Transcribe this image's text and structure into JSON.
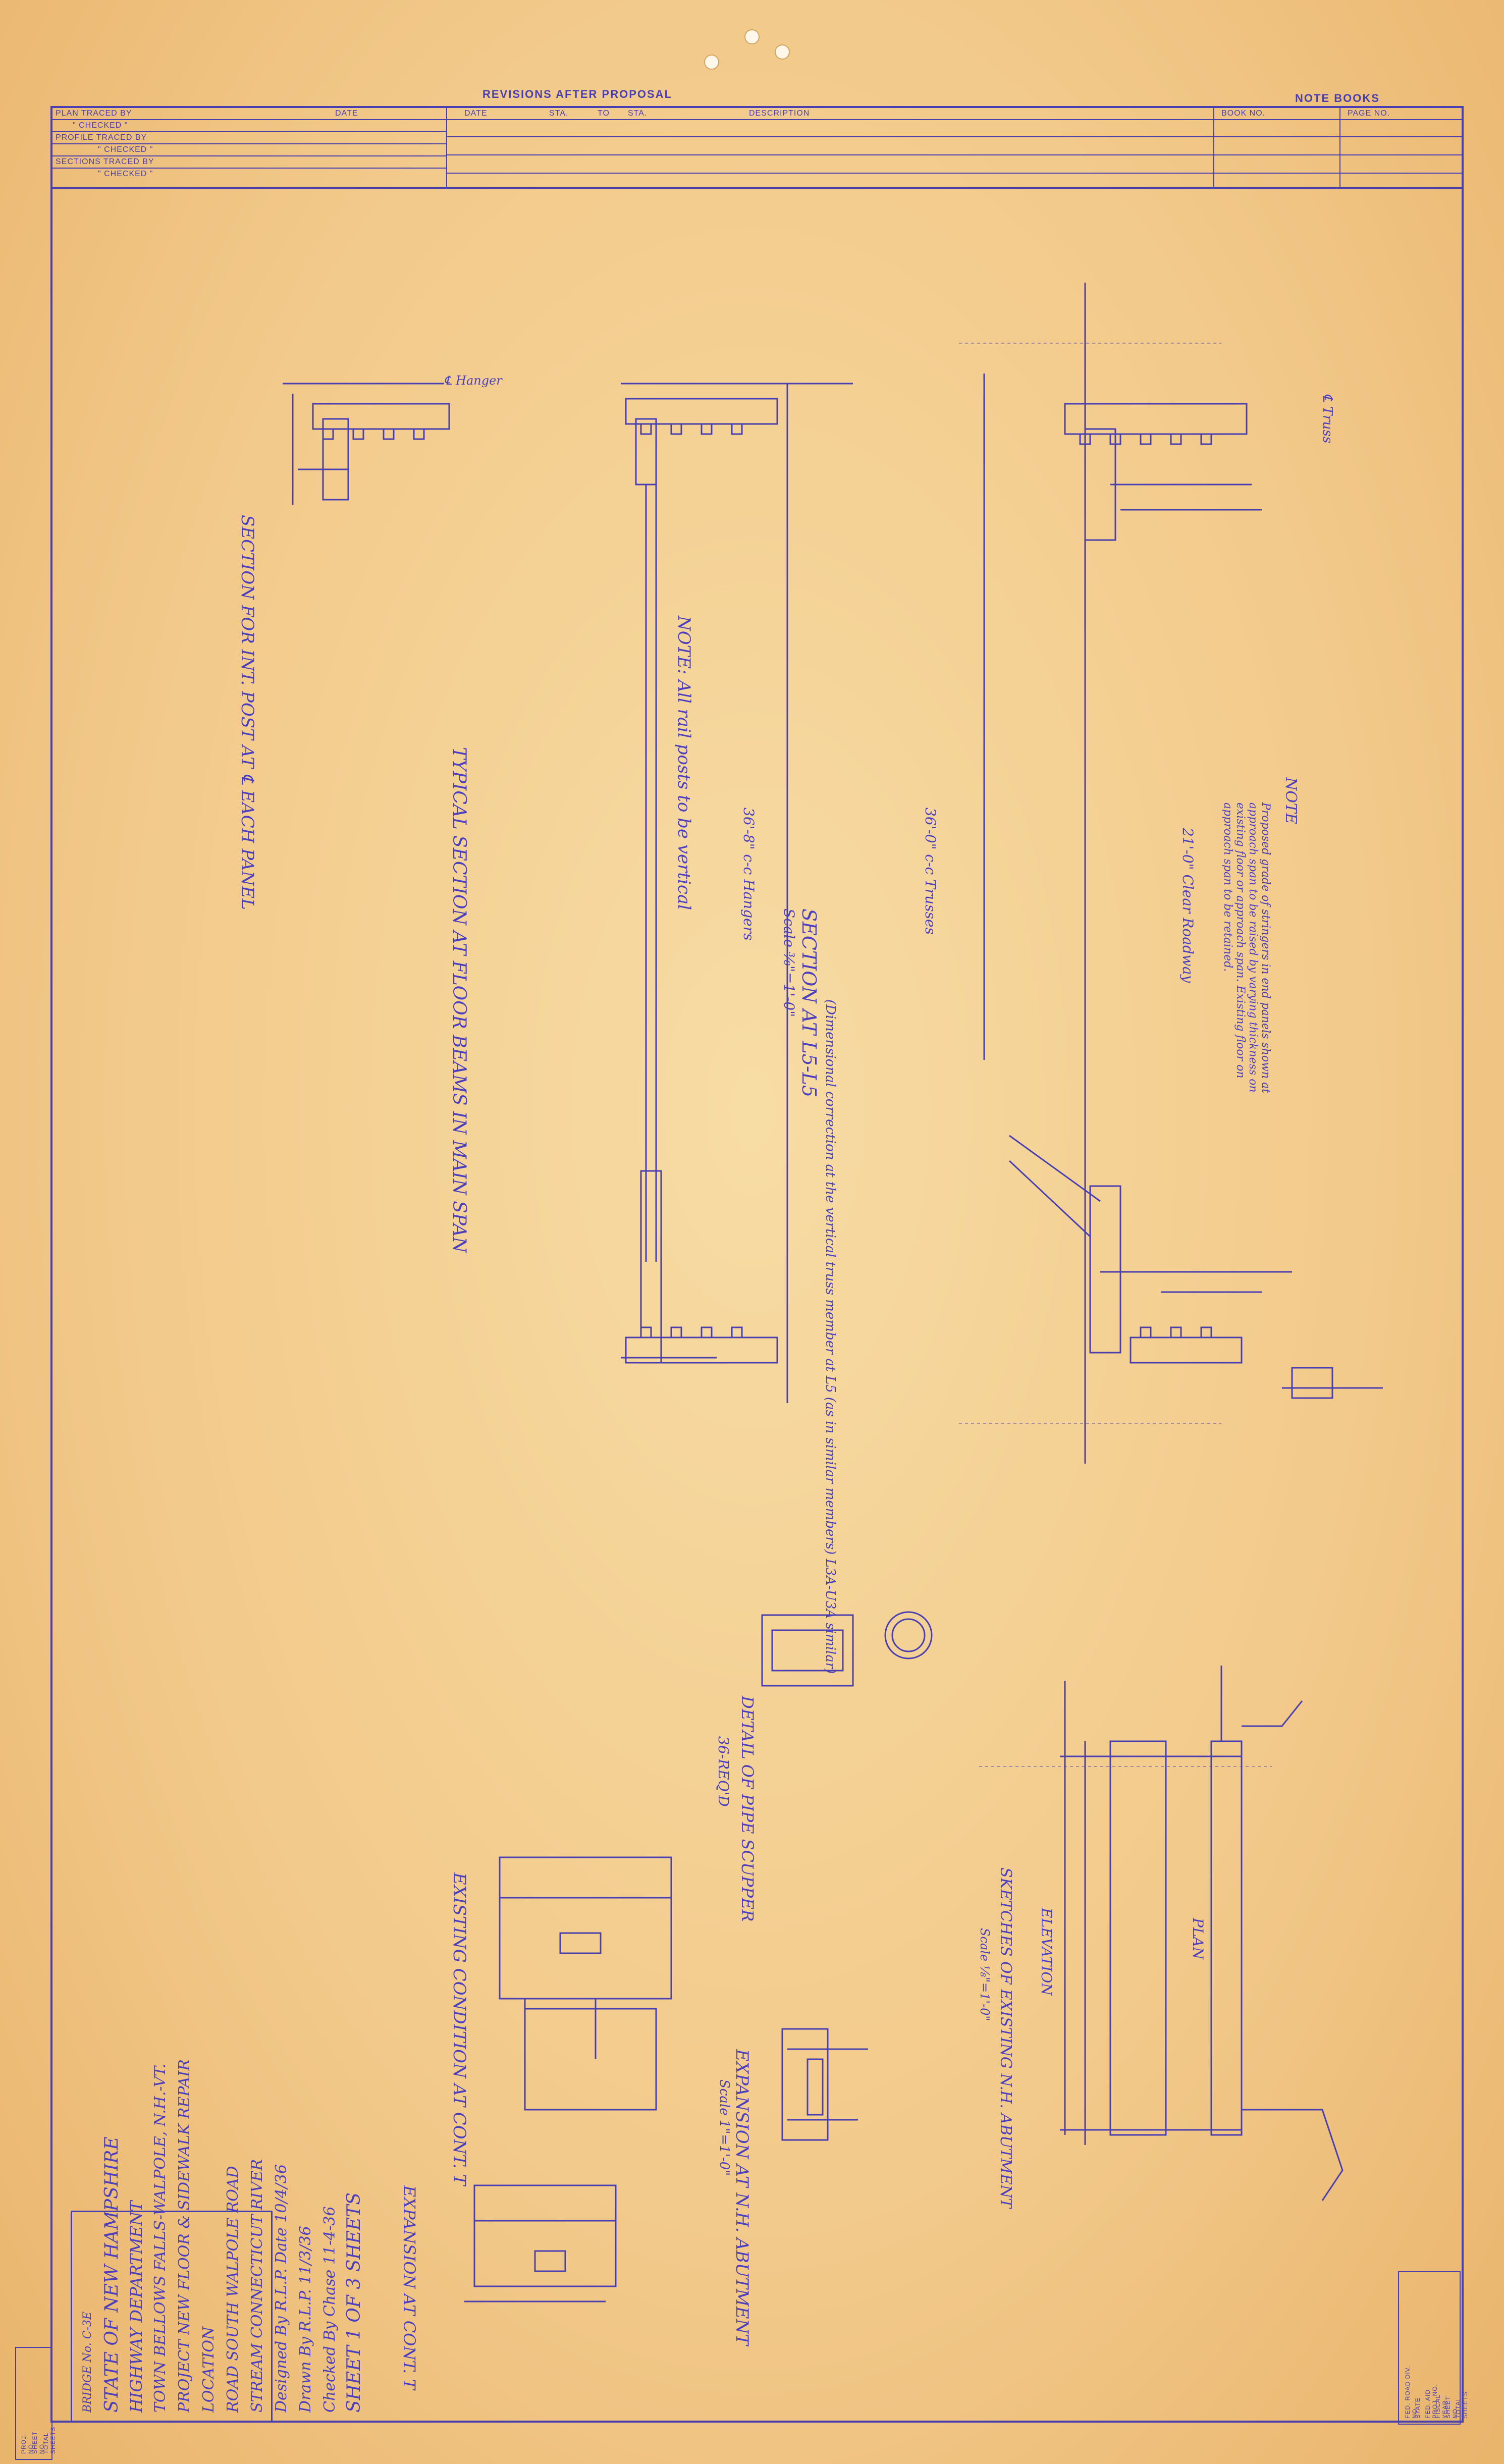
{
  "header": {
    "revisions_title": "REVISIONS AFTER PROPOSAL",
    "notebooks_title": "NOTE BOOKS",
    "left_rows": [
      "PLAN TRACED BY",
      "\" CHECKED \"",
      "PROFILE TRACED BY",
      "\" CHECKED \"",
      "SECTIONS TRACED BY",
      "\" CHECKED \""
    ],
    "date_label": "DATE",
    "rev_cols": [
      "DATE",
      "STA.",
      "TO",
      "STA.",
      "DESCRIPTION"
    ],
    "nb_cols": [
      "BOOK NO.",
      "PAGE NO."
    ]
  },
  "sections": {
    "section_post": "SECTION FOR INT. POST AT ℄ EACH PANEL",
    "typical_section": "TYPICAL SECTION AT FLOOR BEAMS IN MAIN SPAN",
    "note_posts": "NOTE: All rail posts to be vertical",
    "section_ls": "SECTION AT L5-L5",
    "section_scale": "Scale ⅜\"=1'-0\"",
    "section_note": "(Dimensional correction at the vertical truss member at L5 (as in similar members) L3A-U3A similar)",
    "detail_scupper": "DETAIL OF PIPE SCUPPER",
    "detail_scupper_sub": "36-REQ'D",
    "existing_condition": "EXISTING CONDITION AT CONT. T",
    "expansion_cont": "EXPANSION AT CONT. T",
    "sketches_abut": "SKETCHES OF EXISTING N.H. ABUTMENT",
    "sketches_scale": "Scale ⅛\"=1'-0\"",
    "expansion_nh": "EXPANSION AT N.H. ABUTMENT",
    "expansion_nh_scale": "Scale 1\"=1'-0\"",
    "elevation": "ELEVATION",
    "plan": "PLAN",
    "note_title": "NOTE",
    "note_body": "Proposed grade of stringers in end panels shown at approach span to be raised by varying thickness on existing floor or approach span. Existing floor on approach span to be retained.",
    "clear_roadway": "21'-0\" Clear Roadway",
    "ctr_trusses": "36'-0\" c-c Trusses",
    "ctr_hangers": "36'-8\" c-c Hangers",
    "ctr_truss_label": "℄ Truss",
    "hanger_label": "℄ Hanger"
  },
  "titleblock": {
    "bridge_no": "BRIDGE No. C-3E",
    "state": "STATE OF NEW HAMPSHIRE",
    "dept": "HIGHWAY DEPARTMENT",
    "town": "TOWN BELLOWS FALLS-WALPOLE, N.H.-VT.",
    "project": "PROJECT NEW FLOOR & SIDEWALK REPAIR",
    "location": "LOCATION",
    "road": "ROAD SOUTH WALPOLE ROAD",
    "stream": "STREAM CONNECTICUT RIVER",
    "designed": "Designed By R.L.P. Date 10/4/36",
    "drawn": "Drawn By R.L.P. 11/3/36",
    "checked": "Checked By Chase 11-4-36",
    "sheet": "SHEET 1 OF 3 SHEETS"
  },
  "right_block": [
    "FED. ROAD DIV. NO.",
    "STATE",
    "FED. AID PROJ. NO.",
    "FISCAL YEAR",
    "SHEET NO.",
    "TOTAL SHEETS"
  ],
  "left_block": [
    "PROJ. NO.",
    "SHEET NO.",
    "TOTAL SHEETS"
  ],
  "colors": {
    "ink": "#4a3fb0",
    "paper": "#f3c987"
  }
}
